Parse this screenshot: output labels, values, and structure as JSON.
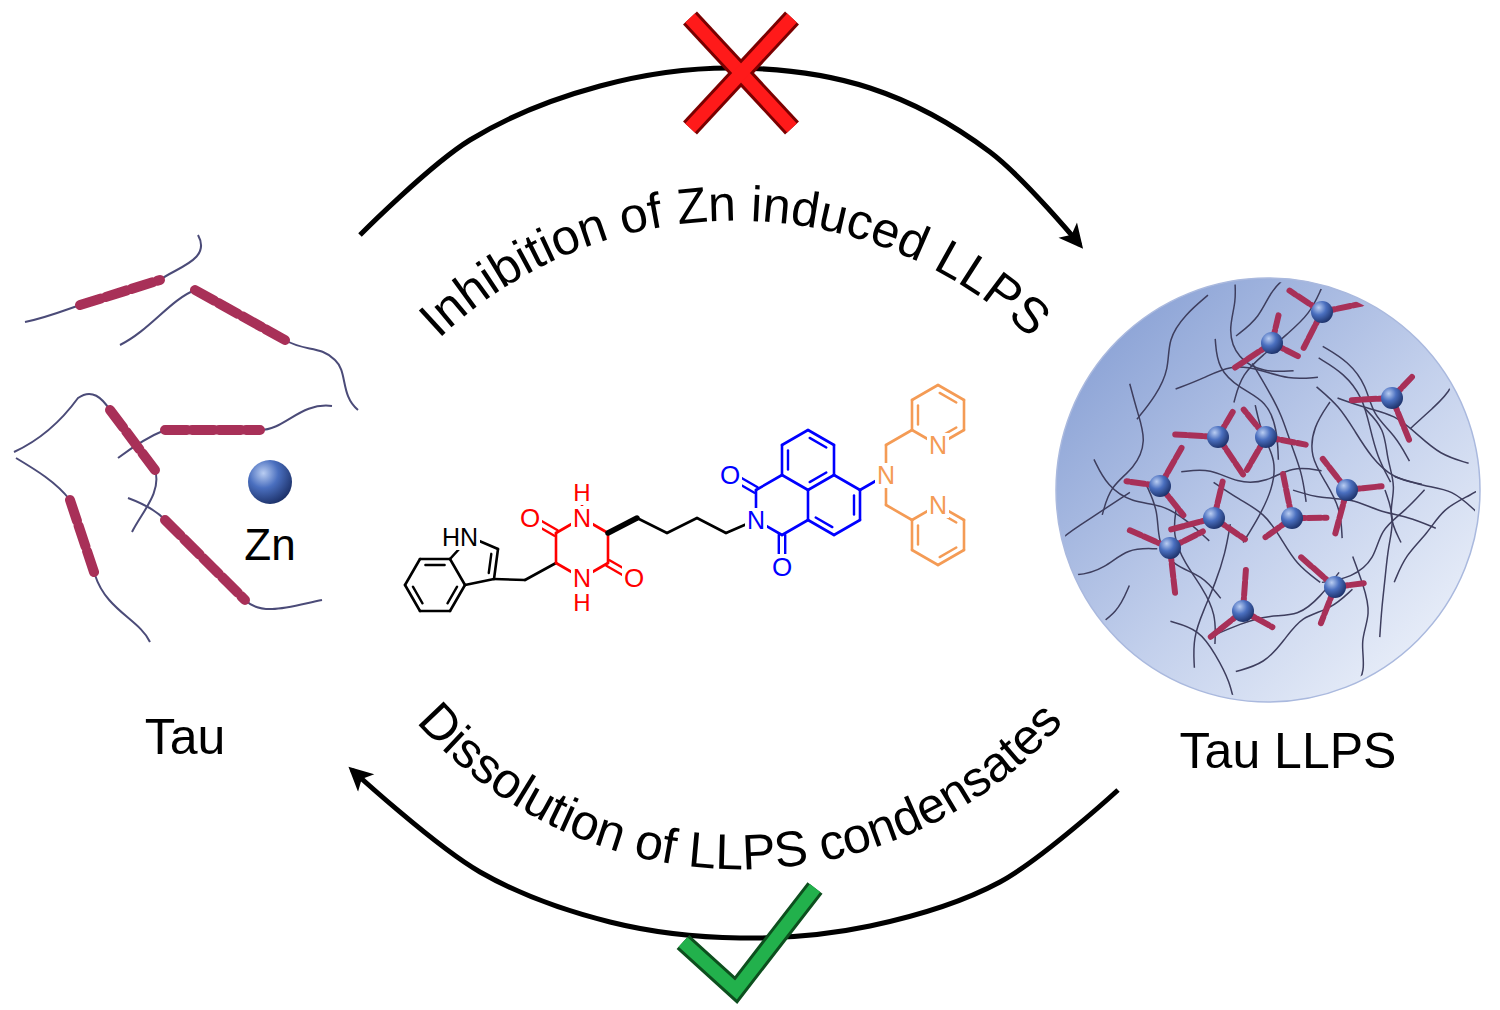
{
  "diagram": {
    "nodes": [
      {
        "text": [
          "Tau"
        ]
      },
      {
        "text": [
          "Tau LLPS"
        ]
      }
    ],
    "edges": [
      {
        "from": 0,
        "to": 1,
        "arrow": "to",
        "label": "Inhibition of Zn induced LLPS"
      },
      {
        "from": 1,
        "to": 0,
        "arrow": "to",
        "label": "Dissolution of LLPS condensates"
      }
    ],
    "labels": [
      "Zn",
      "HN",
      "O",
      "N",
      "H",
      "O",
      "N",
      "H",
      "O",
      "N",
      "O",
      "N",
      "N",
      "N"
    ]
  }
}
